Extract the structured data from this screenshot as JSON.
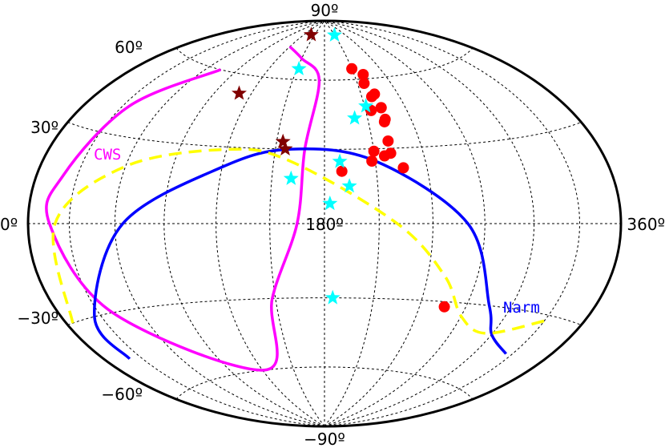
{
  "chart_data": {
    "type": "scatter",
    "projection": "aitoff-hammer",
    "grid": true,
    "lat_ticks": [
      {
        "value": 90,
        "label": "90º"
      },
      {
        "value": 60,
        "label": "60º"
      },
      {
        "value": 30,
        "label": "30º"
      },
      {
        "value": -30,
        "label": "−30º"
      },
      {
        "value": -60,
        "label": "−60º"
      },
      {
        "value": -90,
        "label": "−90º"
      }
    ],
    "lon_ticks": [
      {
        "value": 0,
        "label": "0º"
      },
      {
        "value": 180,
        "label": "180º"
      },
      {
        "value": 360,
        "label": "360º"
      }
    ],
    "curves": [
      {
        "name": "CWS",
        "label": "CWS",
        "color": "#ff00ff",
        "style": "solid",
        "lon": [
          74,
          35,
          20,
          16,
          40,
          122,
          148,
          165,
          168,
          175,
          150,
          120
        ],
        "lat": [
          60,
          40,
          15,
          0,
          -30,
          -60,
          -30,
          0,
          30,
          60,
          70,
          75
        ]
      },
      {
        "name": "Narm",
        "label": "Narm",
        "color": "#0000ff",
        "style": "solid",
        "lon": [
          20,
          25,
          65,
          120,
          160,
          210,
          260,
          285,
          300,
          325
        ],
        "lat": [
          -45,
          -30,
          0,
          22,
          30,
          25,
          0,
          -30,
          -40,
          -45
        ]
      },
      {
        "name": "dashed",
        "label": "",
        "color": "#ffff00",
        "style": "dashed",
        "lon": [
          5,
          20,
          60,
          120,
          160,
          220,
          250,
          270,
          295,
          330
        ],
        "lat": [
          -30,
          0,
          20,
          29,
          25,
          0,
          -20,
          -35,
          -40,
          -32
        ]
      }
    ],
    "points_red": {
      "color": "#ff0000",
      "lon": [
        216,
        190,
        208,
        216,
        210,
        214,
        222,
        221,
        218,
        221,
        222,
        222,
        220,
        220,
        226,
        210,
        219,
        256
      ],
      "lat": [
        58,
        21,
        25,
        27,
        29,
        46,
        47,
        53,
        52,
        41,
        47,
        42,
        33,
        28,
        22,
        65,
        62,
        -32
      ],
      "values_note": ""
    },
    "stars_cyan": {
      "color": "#00ffff",
      "lon": [
        152,
        161,
        189,
        194,
        201,
        211,
        210,
        185,
        183
      ],
      "lat": [
        65,
        18,
        25,
        15,
        43,
        48,
        82,
        -30,
        8
      ],
      "values_note": ""
    },
    "stars_darkred": {
      "color": "#800000",
      "lon": [
        110,
        140,
        154,
        156
      ],
      "lat": [
        52,
        82,
        33,
        30
      ],
      "values_note": ""
    }
  }
}
